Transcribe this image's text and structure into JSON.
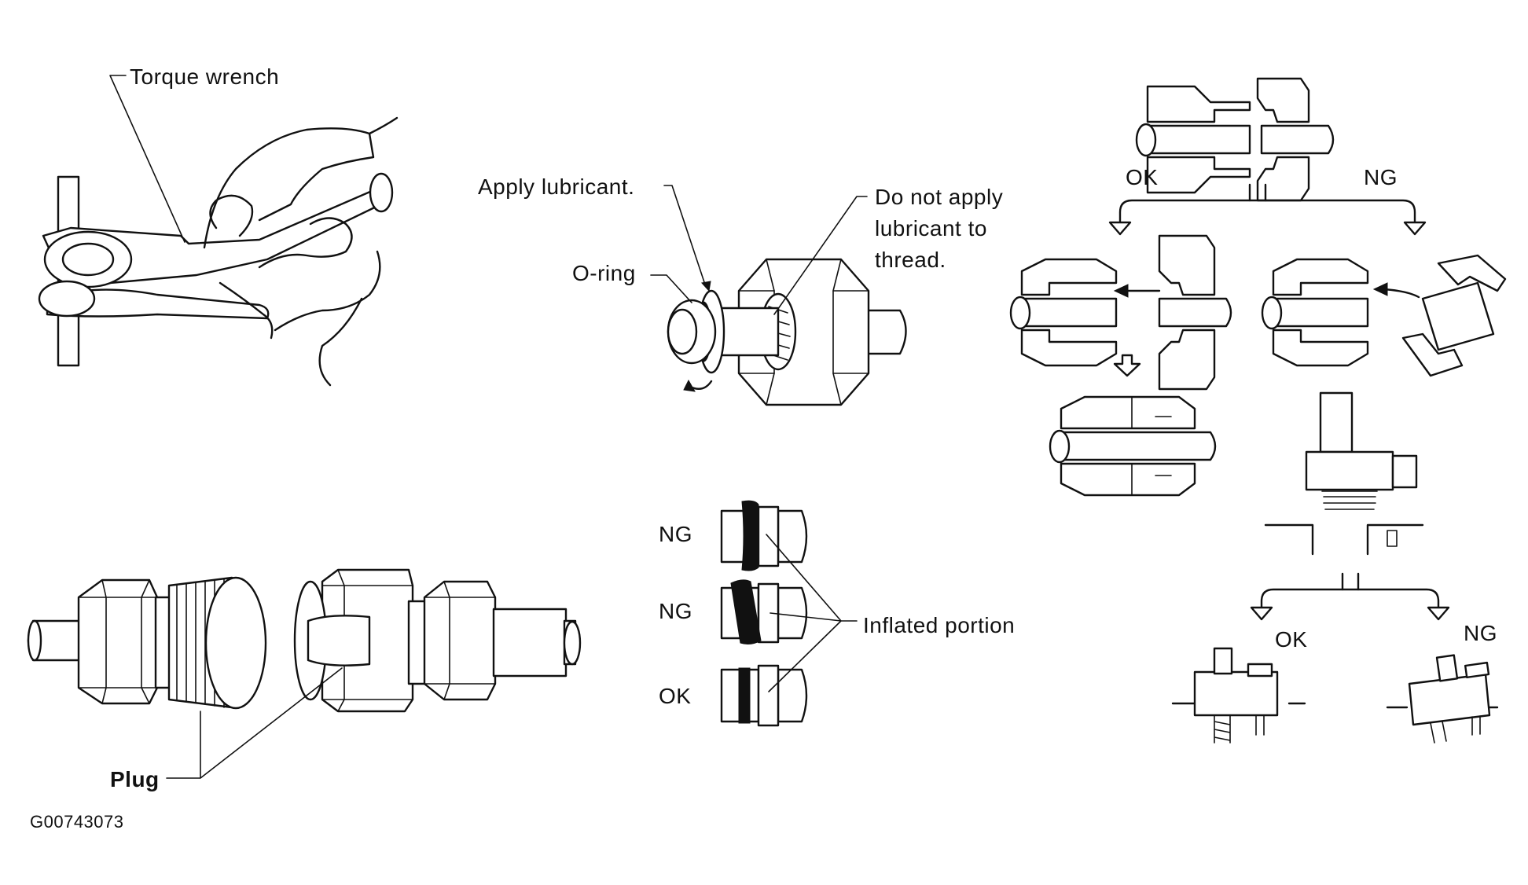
{
  "labels": {
    "torque_wrench": "Torque wrench",
    "apply_lubricant": "Apply lubricant.",
    "o_ring": "O-ring",
    "do_not_apply_1": "Do not apply",
    "do_not_apply_2": "lubricant to",
    "do_not_apply_3": "thread.",
    "plug": "Plug",
    "inflated_portion": "Inflated portion",
    "ring_ng_1": "NG",
    "ring_ng_2": "NG",
    "ring_ok": "OK",
    "connector_ok": "OK",
    "connector_ng": "NG",
    "mount_ok": "OK",
    "mount_ng": "NG",
    "figure_id": "G00743073"
  }
}
